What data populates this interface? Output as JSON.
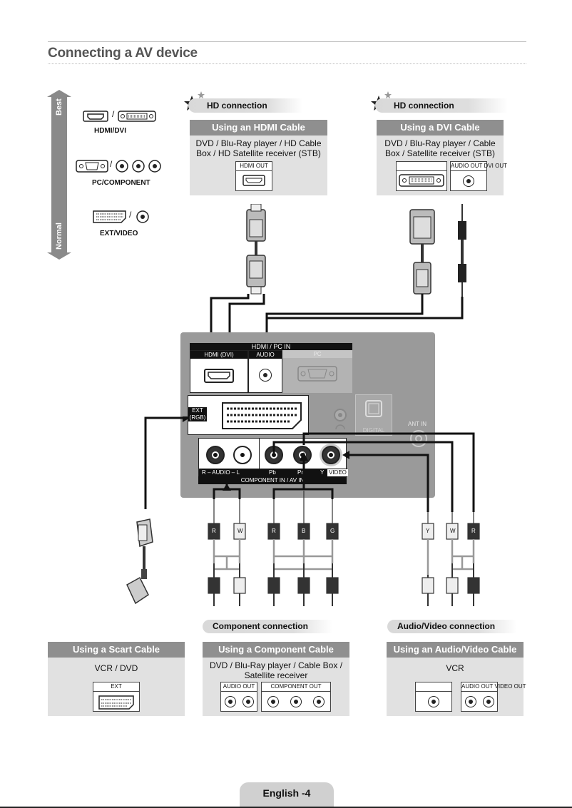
{
  "page": {
    "title": "Connecting a AV device",
    "footer": "English -4"
  },
  "quality": {
    "best": "Best",
    "normal": "Normal"
  },
  "legend": {
    "hdmi_dvi": "HDMI/DVI",
    "pc_component": "PC/COMPONENT",
    "ext_video": "EXT/VIDEO",
    "slash": "/"
  },
  "hdmi_section": {
    "tab": "HD connection",
    "header": "Using an HDMI Cable",
    "devices": "DVD / Blu-Ray player / HD Cable Box / HD Satellite receiver (STB)",
    "port_label": "HDMI OUT"
  },
  "dvi_section": {
    "tab": "HD connection",
    "header": "Using a DVI Cable",
    "devices": "DVD / Blu-Ray player / Cable Box / Satellite receiver (STB)",
    "port_audio": "AUDIO OUT",
    "port_dvi": "DVI OUT"
  },
  "tv_panel": {
    "hdmi_pc_in": "HDMI / PC IN",
    "hdmi_dvi": "HDMI (DVI)",
    "audio": "AUDIO",
    "pc": "PC",
    "ext_rgb_1": "EXT",
    "ext_rgb_2": "(RGB)",
    "digital": "DIGITAL",
    "ant_in": "ANT IN",
    "r_audio_l": "R – AUDIO – L",
    "pb": "Pb",
    "pr": "Pr",
    "y": "Y",
    "video": "VIDEO",
    "component_in": "COMPONENT IN / AV IN"
  },
  "plugs": {
    "r": "R",
    "w": "W",
    "b": "B",
    "g": "G",
    "y": "Y"
  },
  "scart_section": {
    "header": "Using a Scart Cable",
    "devices": "VCR / DVD",
    "port_label": "EXT"
  },
  "component_section": {
    "tab": "Component connection",
    "header": "Using a Component Cable",
    "devices": "DVD / Blu-Ray player / Cable Box / Satellite receiver",
    "port_audio": "AUDIO OUT",
    "port_component": "COMPONENT OUT"
  },
  "av_section": {
    "tab": "Audio/Video connection",
    "header": "Using an Audio/Video Cable",
    "devices": "VCR",
    "port_audio": "AUDIO OUT",
    "port_video": "VIDEO OUT"
  }
}
